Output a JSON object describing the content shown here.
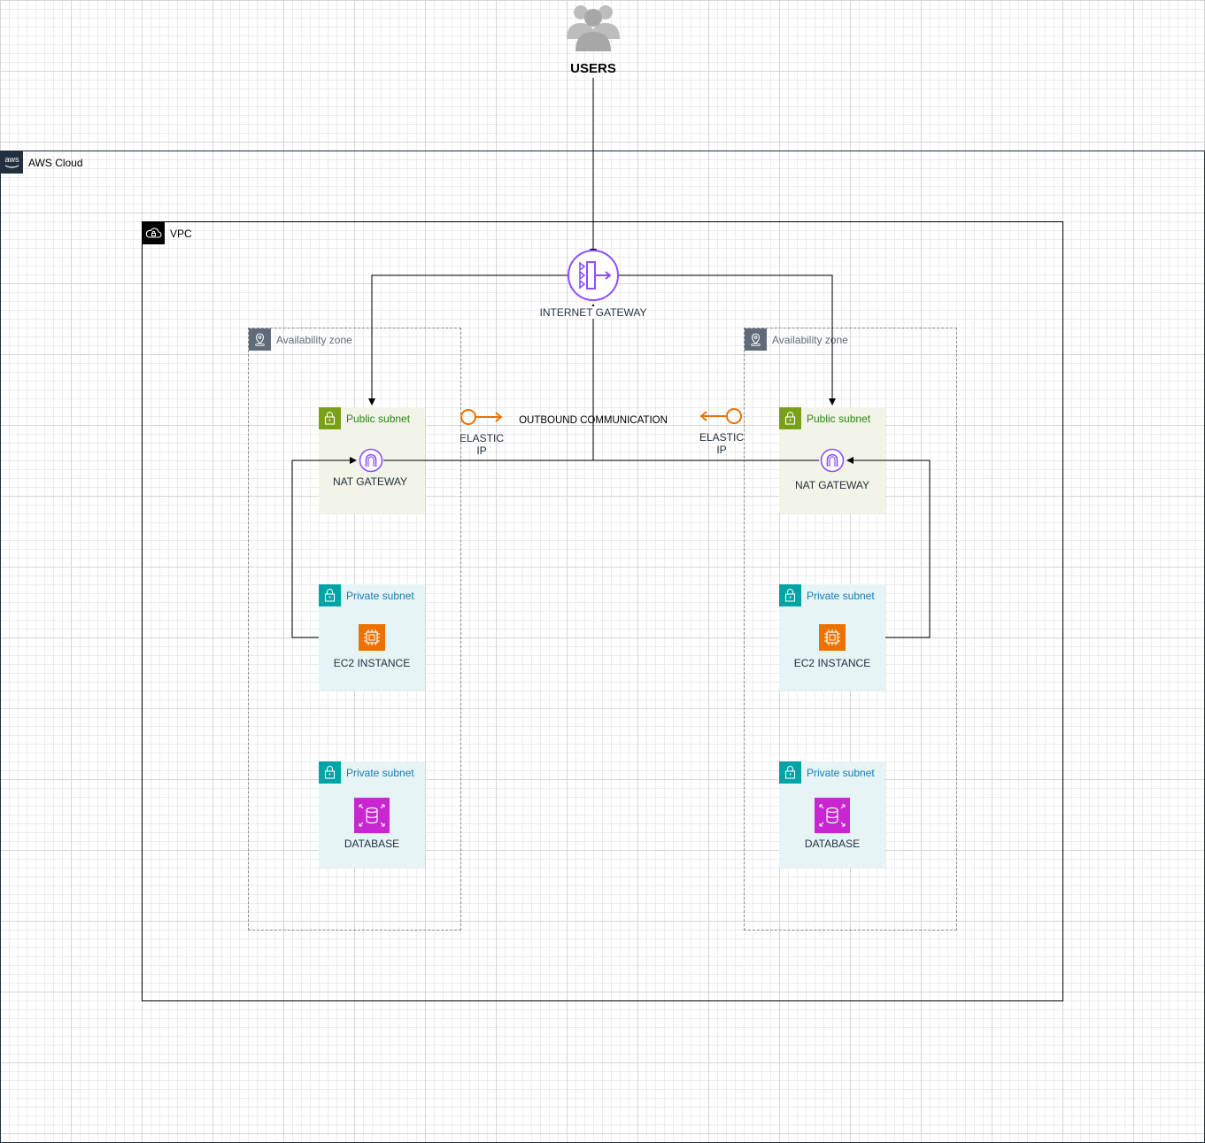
{
  "users": {
    "label": "USERS"
  },
  "aws_cloud": {
    "label": "AWS Cloud",
    "logo_text": "aws"
  },
  "vpc": {
    "label": "VPC"
  },
  "internet_gateway": {
    "label": "INTERNET GATEWAY"
  },
  "outbound": {
    "label": "OUTBOUND COMMUNICATION"
  },
  "zones": [
    {
      "label": "Availability zone",
      "public_subnet": {
        "label": "Public subnet",
        "service": "NAT GATEWAY"
      },
      "elastic_ip": {
        "line1": "ELASTIC",
        "line2": "IP"
      },
      "app_subnet": {
        "label": "Private subnet",
        "service": "EC2 INSTANCE"
      },
      "db_subnet": {
        "label": "Private subnet",
        "service": "DATABASE"
      }
    },
    {
      "label": "Availability zone",
      "public_subnet": {
        "label": "Public subnet",
        "service": "NAT GATEWAY"
      },
      "elastic_ip": {
        "line1": "ELASTIC",
        "line2": "IP"
      },
      "app_subnet": {
        "label": "Private subnet",
        "service": "EC2 INSTANCE"
      },
      "db_subnet": {
        "label": "Private subnet",
        "service": "DATABASE"
      }
    }
  ],
  "colors": {
    "public": "#7aa116",
    "private": "#00a4a6",
    "gateway": "#8c4fff",
    "ec2": "#ed7100",
    "database": "#c925d1",
    "elastic_ip": "#ed7100",
    "aws_dark": "#232f3e"
  }
}
